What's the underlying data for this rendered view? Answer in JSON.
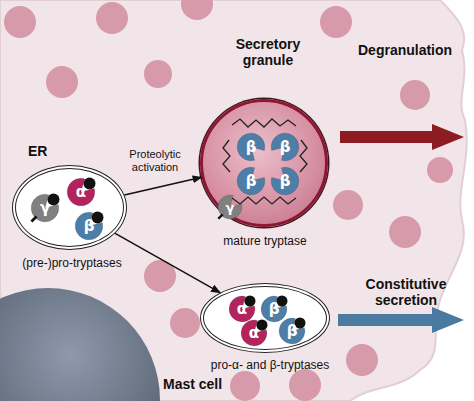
{
  "diagram": {
    "nodes": [
      {
        "text": [
          "Mast cell"
        ]
      },
      {
        "text": [
          "Secretory granule",
          "mature tryptase"
        ],
        "in": 0
      },
      {
        "text": [
          "β"
        ],
        "in": 1
      },
      {
        "text": [
          "β"
        ],
        "in": 1
      },
      {
        "text": [
          "β"
        ],
        "in": 1
      },
      {
        "text": [
          "β"
        ],
        "in": 1
      },
      {
        "text": [
          "γ"
        ],
        "in": 1
      },
      {
        "text": [
          "ER",
          "(pre-)pro-tryptases"
        ],
        "in": 0
      },
      {
        "text": [
          "γ"
        ],
        "in": 7
      },
      {
        "text": [
          "α"
        ],
        "in": 7
      },
      {
        "text": [
          "β"
        ],
        "in": 7
      },
      {
        "text": [
          "pro-α- and β-tryptases"
        ],
        "in": 0
      },
      {
        "text": [
          "α"
        ],
        "in": 11
      },
      {
        "text": [
          "β"
        ],
        "in": 11
      },
      {
        "text": [
          "α"
        ],
        "in": 11
      },
      {
        "text": [
          "β"
        ],
        "in": 11
      }
    ],
    "edges": [
      {
        "from": 7,
        "to": 1,
        "label": "Proteolytic activation",
        "arrow": "to"
      },
      {
        "from": 7,
        "to": 11,
        "arrow": "to"
      }
    ],
    "labels": [
      "Degranulation",
      "Constitutive secretion"
    ]
  }
}
